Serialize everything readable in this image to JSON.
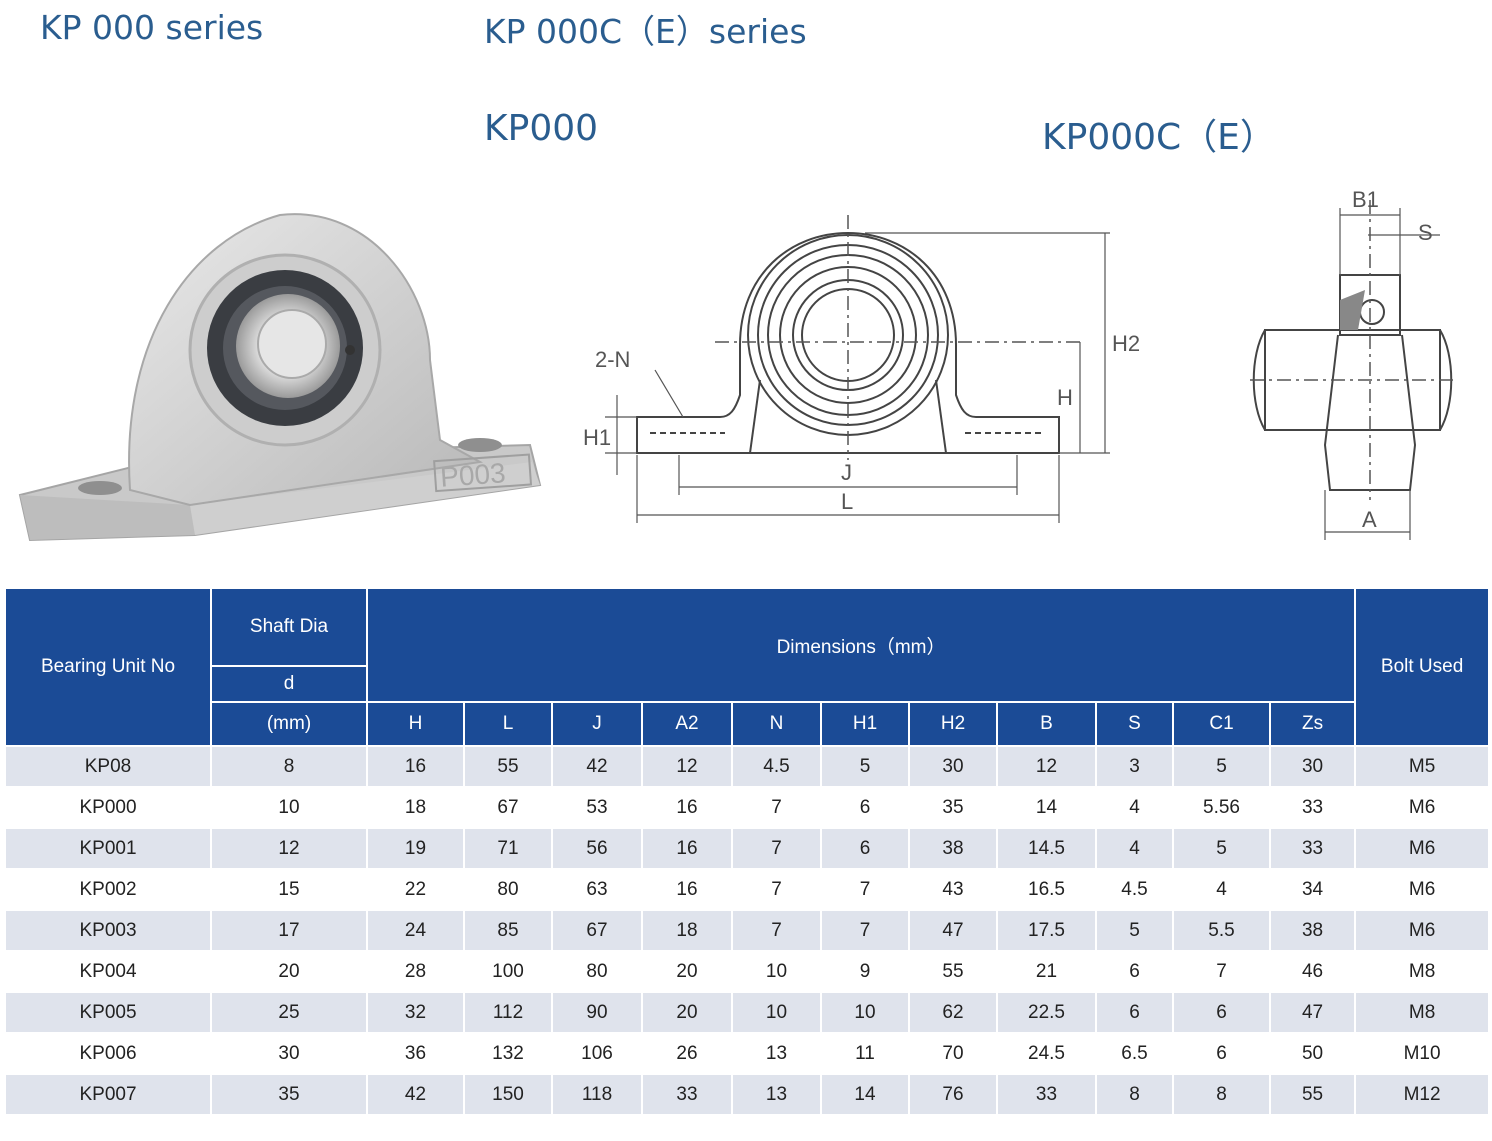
{
  "headings": {
    "series_left": "KP 000 series",
    "series_right": "KP 000C（E）series",
    "model_left": "KP000",
    "model_right": "KP000C（E）"
  },
  "photo": {
    "casting_mark": "P003"
  },
  "drawing_front": {
    "label_2n": "2-N",
    "label_h1": "H1",
    "label_h": "H",
    "label_h2": "H2",
    "label_j": "J",
    "label_l": "L"
  },
  "drawing_side": {
    "label_b1": "B1",
    "label_s": "S",
    "label_a": "A"
  },
  "table": {
    "col_unit": "Bearing Unit No",
    "col_shaft": "Shaft Dia",
    "col_shaft_sym": "d",
    "col_shaft_unit": "(mm)",
    "col_dims": "Dimensions（mm）",
    "col_bolt": "Bolt Used",
    "dim_cols": [
      "H",
      "L",
      "J",
      "A2",
      "N",
      "H1",
      "H2",
      "B",
      "S",
      "C1",
      "Zs"
    ],
    "rows": [
      [
        "KP08",
        "8",
        "16",
        "55",
        "42",
        "12",
        "4.5",
        "5",
        "30",
        "12",
        "3",
        "5",
        "30",
        "M5"
      ],
      [
        "KP000",
        "10",
        "18",
        "67",
        "53",
        "16",
        "7",
        "6",
        "35",
        "14",
        "4",
        "5.56",
        "33",
        "M6"
      ],
      [
        "KP001",
        "12",
        "19",
        "71",
        "56",
        "16",
        "7",
        "6",
        "38",
        "14.5",
        "4",
        "5",
        "33",
        "M6"
      ],
      [
        "KP002",
        "15",
        "22",
        "80",
        "63",
        "16",
        "7",
        "7",
        "43",
        "16.5",
        "4.5",
        "4",
        "34",
        "M6"
      ],
      [
        "KP003",
        "17",
        "24",
        "85",
        "67",
        "18",
        "7",
        "7",
        "47",
        "17.5",
        "5",
        "5.5",
        "38",
        "M6"
      ],
      [
        "KP004",
        "20",
        "28",
        "100",
        "80",
        "20",
        "10",
        "9",
        "55",
        "21",
        "6",
        "7",
        "46",
        "M8"
      ],
      [
        "KP005",
        "25",
        "32",
        "112",
        "90",
        "20",
        "10",
        "10",
        "62",
        "22.5",
        "6",
        "6",
        "47",
        "M8"
      ],
      [
        "KP006",
        "30",
        "36",
        "132",
        "106",
        "26",
        "13",
        "11",
        "70",
        "24.5",
        "6.5",
        "6",
        "50",
        "M10"
      ],
      [
        "KP007",
        "35",
        "42",
        "150",
        "118",
        "33",
        "13",
        "14",
        "76",
        "33",
        "8",
        "8",
        "55",
        "M12"
      ]
    ]
  }
}
